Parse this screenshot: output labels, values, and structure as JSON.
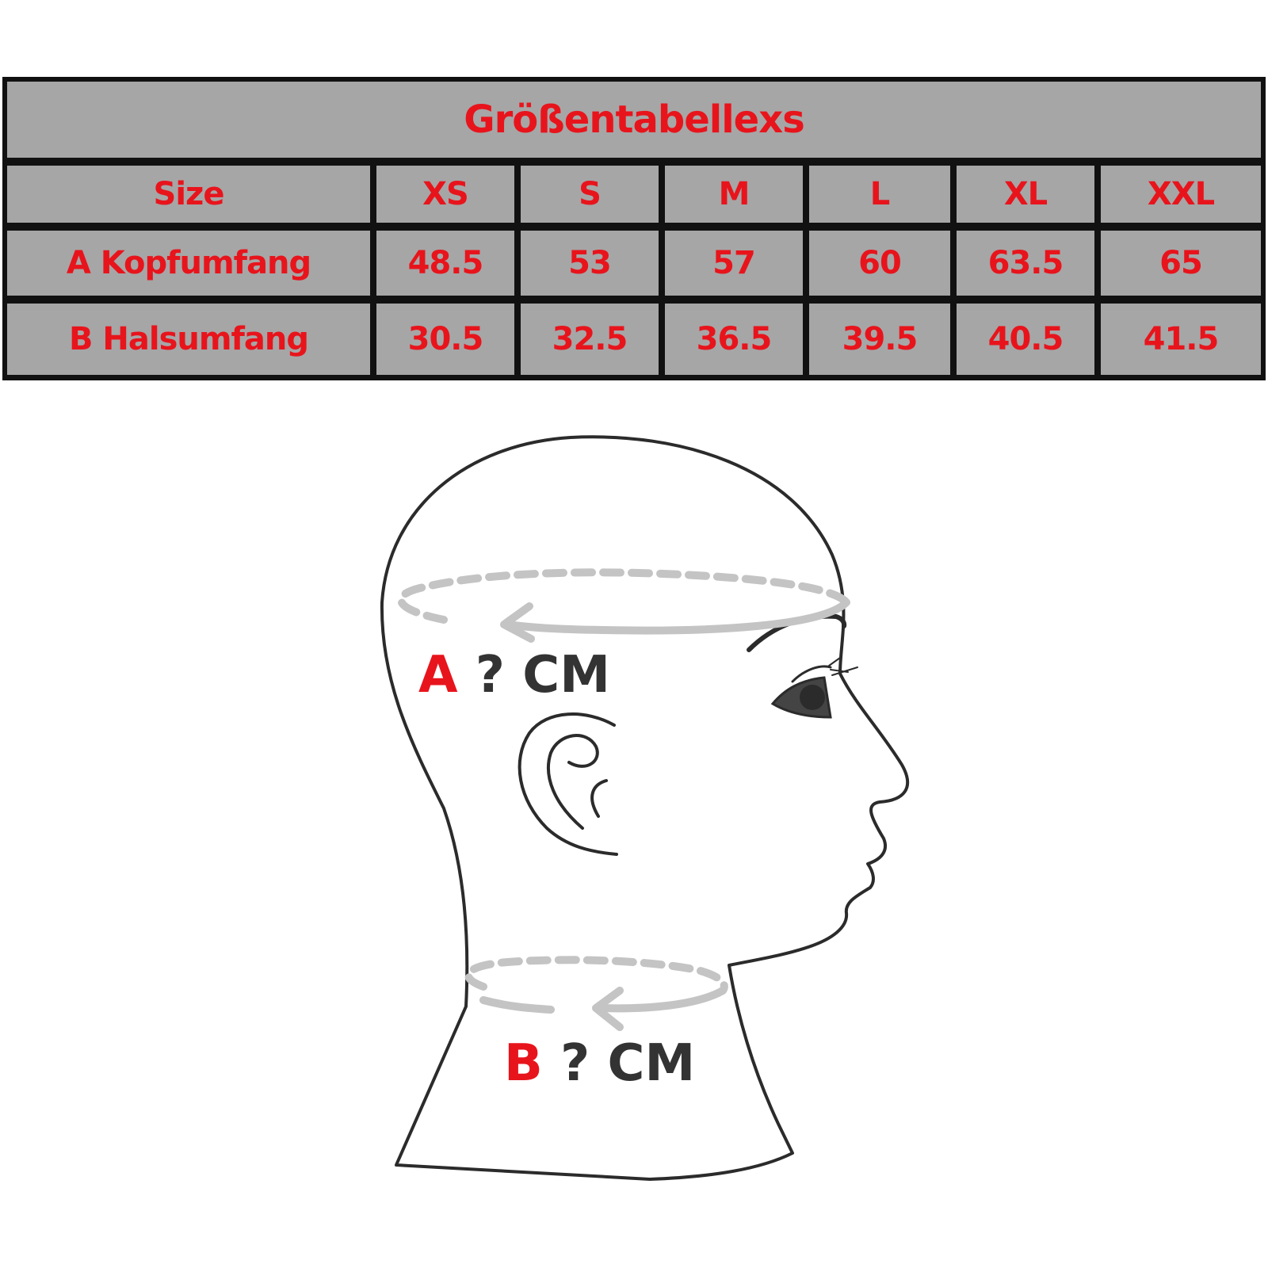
{
  "table": {
    "title": "Größentabellexs",
    "header": {
      "label": "Size",
      "sizes": [
        "XS",
        "S",
        "M",
        "L",
        "XL",
        "XXL"
      ]
    },
    "rows": [
      {
        "label": "A Kopfumfang",
        "values": [
          "48.5",
          "53",
          "57",
          "60",
          "63.5",
          "65"
        ]
      },
      {
        "label": "B Halsumfang",
        "values": [
          "30.5",
          "32.5",
          "36.5",
          "39.5",
          "40.5",
          "41.5"
        ]
      }
    ]
  },
  "diagram": {
    "label_a": {
      "letter": "A",
      "rest": " ? CM"
    },
    "label_b": {
      "letter": "B",
      "rest": " ? CM"
    }
  },
  "colors": {
    "text_red": "#e8141c",
    "cell_gray": "#a6a6a6",
    "border": "#111111",
    "label_dark": "#333333"
  }
}
